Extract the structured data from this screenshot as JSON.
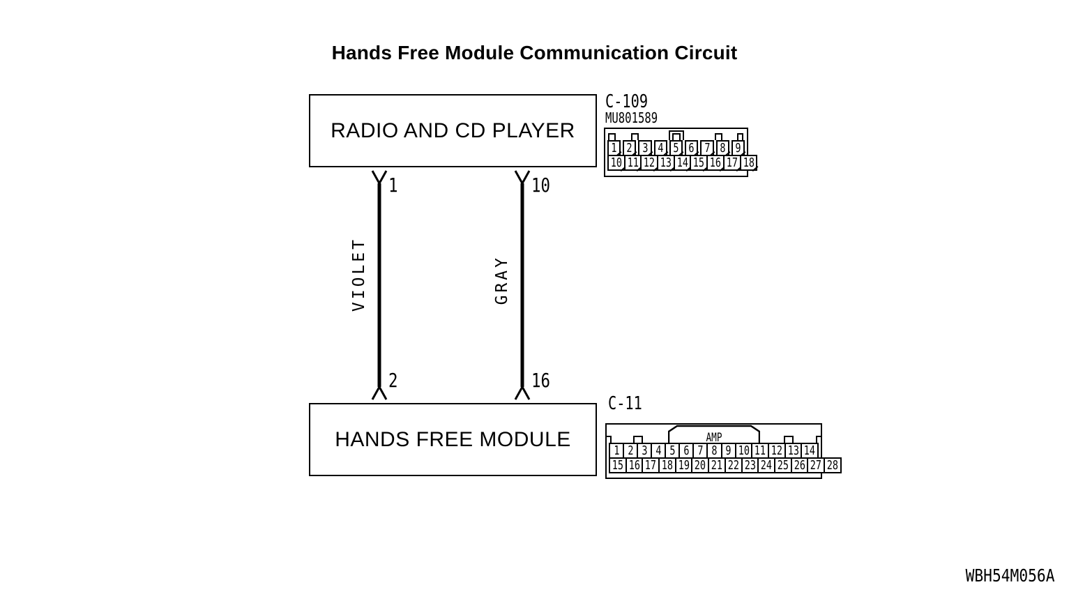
{
  "title": "Hands Free Module Communication Circuit",
  "diagram_code": "WBH54M056A",
  "modules": {
    "radio": {
      "label": "RADIO AND CD PLAYER"
    },
    "hands_free": {
      "label": "HANDS FREE MODULE"
    }
  },
  "wires": [
    {
      "name": "violet-wire",
      "color_label": "VIOLET",
      "top_pin": "1",
      "bottom_pin": "2"
    },
    {
      "name": "gray-wire",
      "color_label": "GRAY",
      "top_pin": "10",
      "bottom_pin": "16"
    }
  ],
  "connectors": {
    "c109": {
      "name": "C-109",
      "part_number": "MU801589",
      "pin_rows": {
        "row1": [
          "1",
          "2",
          "3",
          "4",
          "5",
          "6",
          "7",
          "8",
          "9"
        ],
        "row2": [
          "10",
          "11",
          "12",
          "13",
          "14",
          "15",
          "16",
          "17",
          "18"
        ]
      }
    },
    "c11": {
      "name": "C-11",
      "amp_label": "AMP",
      "pin_rows": {
        "row1": [
          "1",
          "2",
          "3",
          "4",
          "5",
          "6",
          "7",
          "8",
          "9",
          "10",
          "11",
          "12",
          "13",
          "14"
        ],
        "row2": [
          "15",
          "16",
          "17",
          "18",
          "19",
          "20",
          "21",
          "22",
          "23",
          "24",
          "25",
          "26",
          "27",
          "28"
        ]
      }
    }
  },
  "colors": {
    "line": "#000000",
    "background": "#ffffff"
  }
}
